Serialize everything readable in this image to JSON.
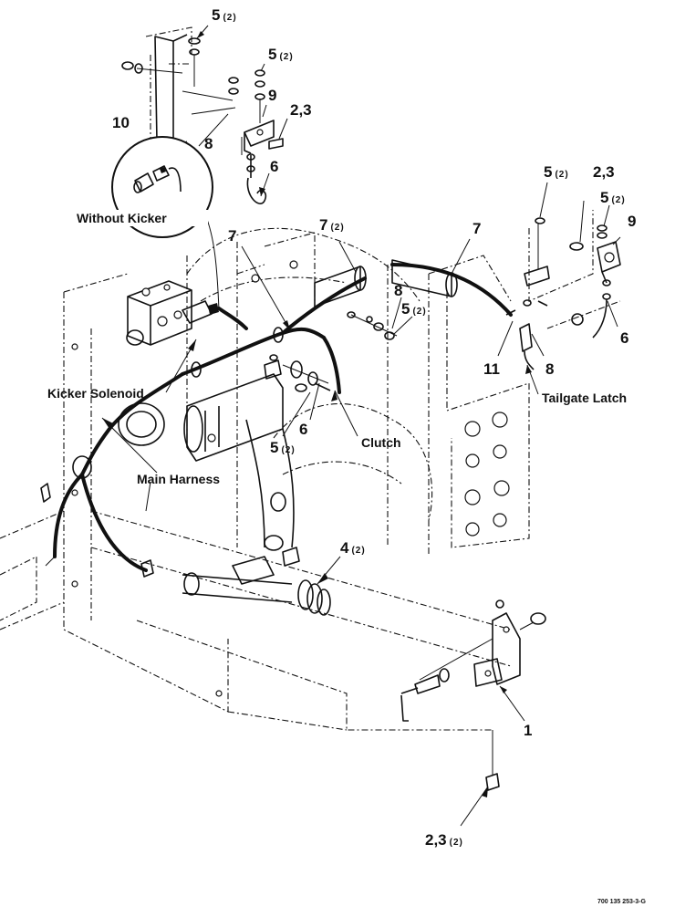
{
  "callouts": {
    "c5_top": {
      "num": "5",
      "qty": "(2)"
    },
    "c5_upper": {
      "num": "5",
      "qty": "(2)"
    },
    "c9_upper": {
      "num": "9"
    },
    "c23_upper": {
      "num": "2,3"
    },
    "c8_upper": {
      "num": "8"
    },
    "c6_upper": {
      "num": "6"
    },
    "c10": {
      "num": "10"
    },
    "c7_left": {
      "num": "7"
    },
    "c7_mid": {
      "num": "7",
      "qty": "(2)"
    },
    "c7_right": {
      "num": "7"
    },
    "c5_right_top": {
      "num": "5",
      "qty": "(2)"
    },
    "c23_right": {
      "num": "2,3"
    },
    "c5_right": {
      "num": "5",
      "qty": "(2)"
    },
    "c9_right": {
      "num": "9"
    },
    "c8_center": {
      "num": "8"
    },
    "c5_center": {
      "num": "5",
      "qty": "(2)"
    },
    "c6_right": {
      "num": "6"
    },
    "c11": {
      "num": "11"
    },
    "c8_right": {
      "num": "8"
    },
    "c6_center": {
      "num": "6"
    },
    "c5_lower": {
      "num": "5",
      "qty": "(2)"
    },
    "c4": {
      "num": "4",
      "qty": "(2)"
    },
    "c1": {
      "num": "1"
    },
    "c23_bottom": {
      "num": "2,3",
      "qty": "(2)"
    }
  },
  "labels": {
    "without_kicker": "Without Kicker",
    "kicker_solenoid": "Kicker Solenoid",
    "main_harness": "Main Harness",
    "clutch": "Clutch",
    "tailgate_latch": "Tailgate Latch"
  },
  "drawing_code": "700 135 253-3-G"
}
